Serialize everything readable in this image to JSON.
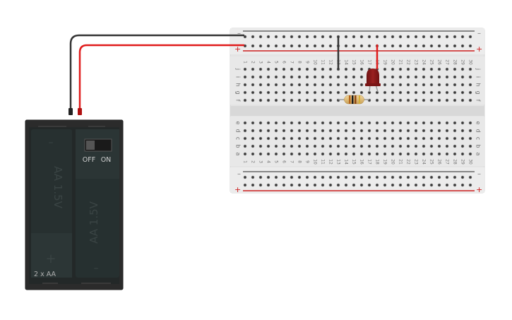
{
  "breadboard": {
    "columns": 30,
    "top_rows": [
      "j",
      "i",
      "h",
      "g",
      "f"
    ],
    "bottom_rows": [
      "e",
      "d",
      "c",
      "b",
      "a"
    ],
    "rail_minus_label": "–",
    "rail_plus_label": "+",
    "colors": {
      "body": "#e6e6e6",
      "hole": "#3a3a3a",
      "rail_negative": "#555555",
      "rail_positive": "#cc1f1f",
      "label": "#808080"
    }
  },
  "battery": {
    "label": "2 x AA",
    "cell_label": "AA 1.5V",
    "switch_off_label": "OFF",
    "switch_on_label": "ON",
    "switch_state": "OFF",
    "minus_sign": "–",
    "plus_sign": "+",
    "colors": {
      "body": "#2b2b2b",
      "cell": "#273030"
    }
  },
  "wires": [
    {
      "name": "battery-negative-wire",
      "color": "#333333",
      "to": "top rail (–), col 1"
    },
    {
      "name": "battery-positive-wire",
      "color": "#e01b1b",
      "to": "top rail (+), col 1"
    },
    {
      "name": "jumper-ground-wire",
      "color": "#333333",
      "from": "rail (–) col 13",
      "to": "j13"
    },
    {
      "name": "jumper-power-wire",
      "color": "#e01b1b",
      "from": "rail (+) col 18",
      "to": "j18"
    }
  ],
  "components": {
    "led": {
      "color": "#8b1a1a",
      "anode": "g18",
      "cathode": "g17"
    },
    "resistor": {
      "from": "f13",
      "to": "f17",
      "bands": [
        "#1a1a1a",
        "#b5651d",
        "#8b4513",
        "#d4af37"
      ]
    }
  }
}
